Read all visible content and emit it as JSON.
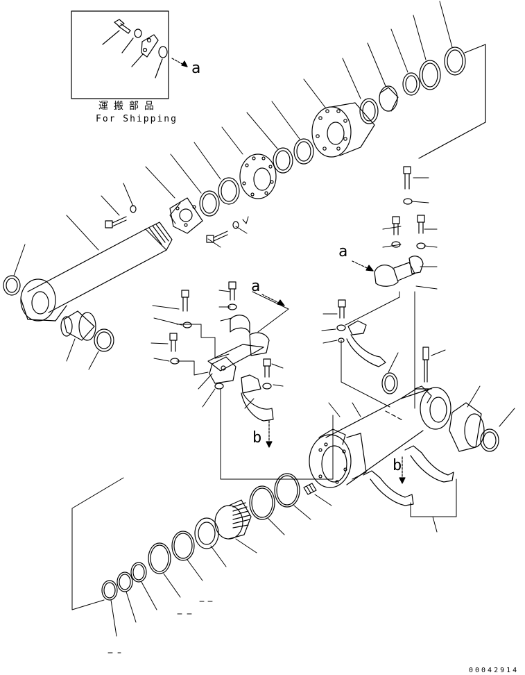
{
  "diagram": {
    "shipping_jp": "運搬部品",
    "shipping_en": "For Shipping",
    "callout_a": "a",
    "callout_b": "b",
    "doc_number": "00042914"
  }
}
